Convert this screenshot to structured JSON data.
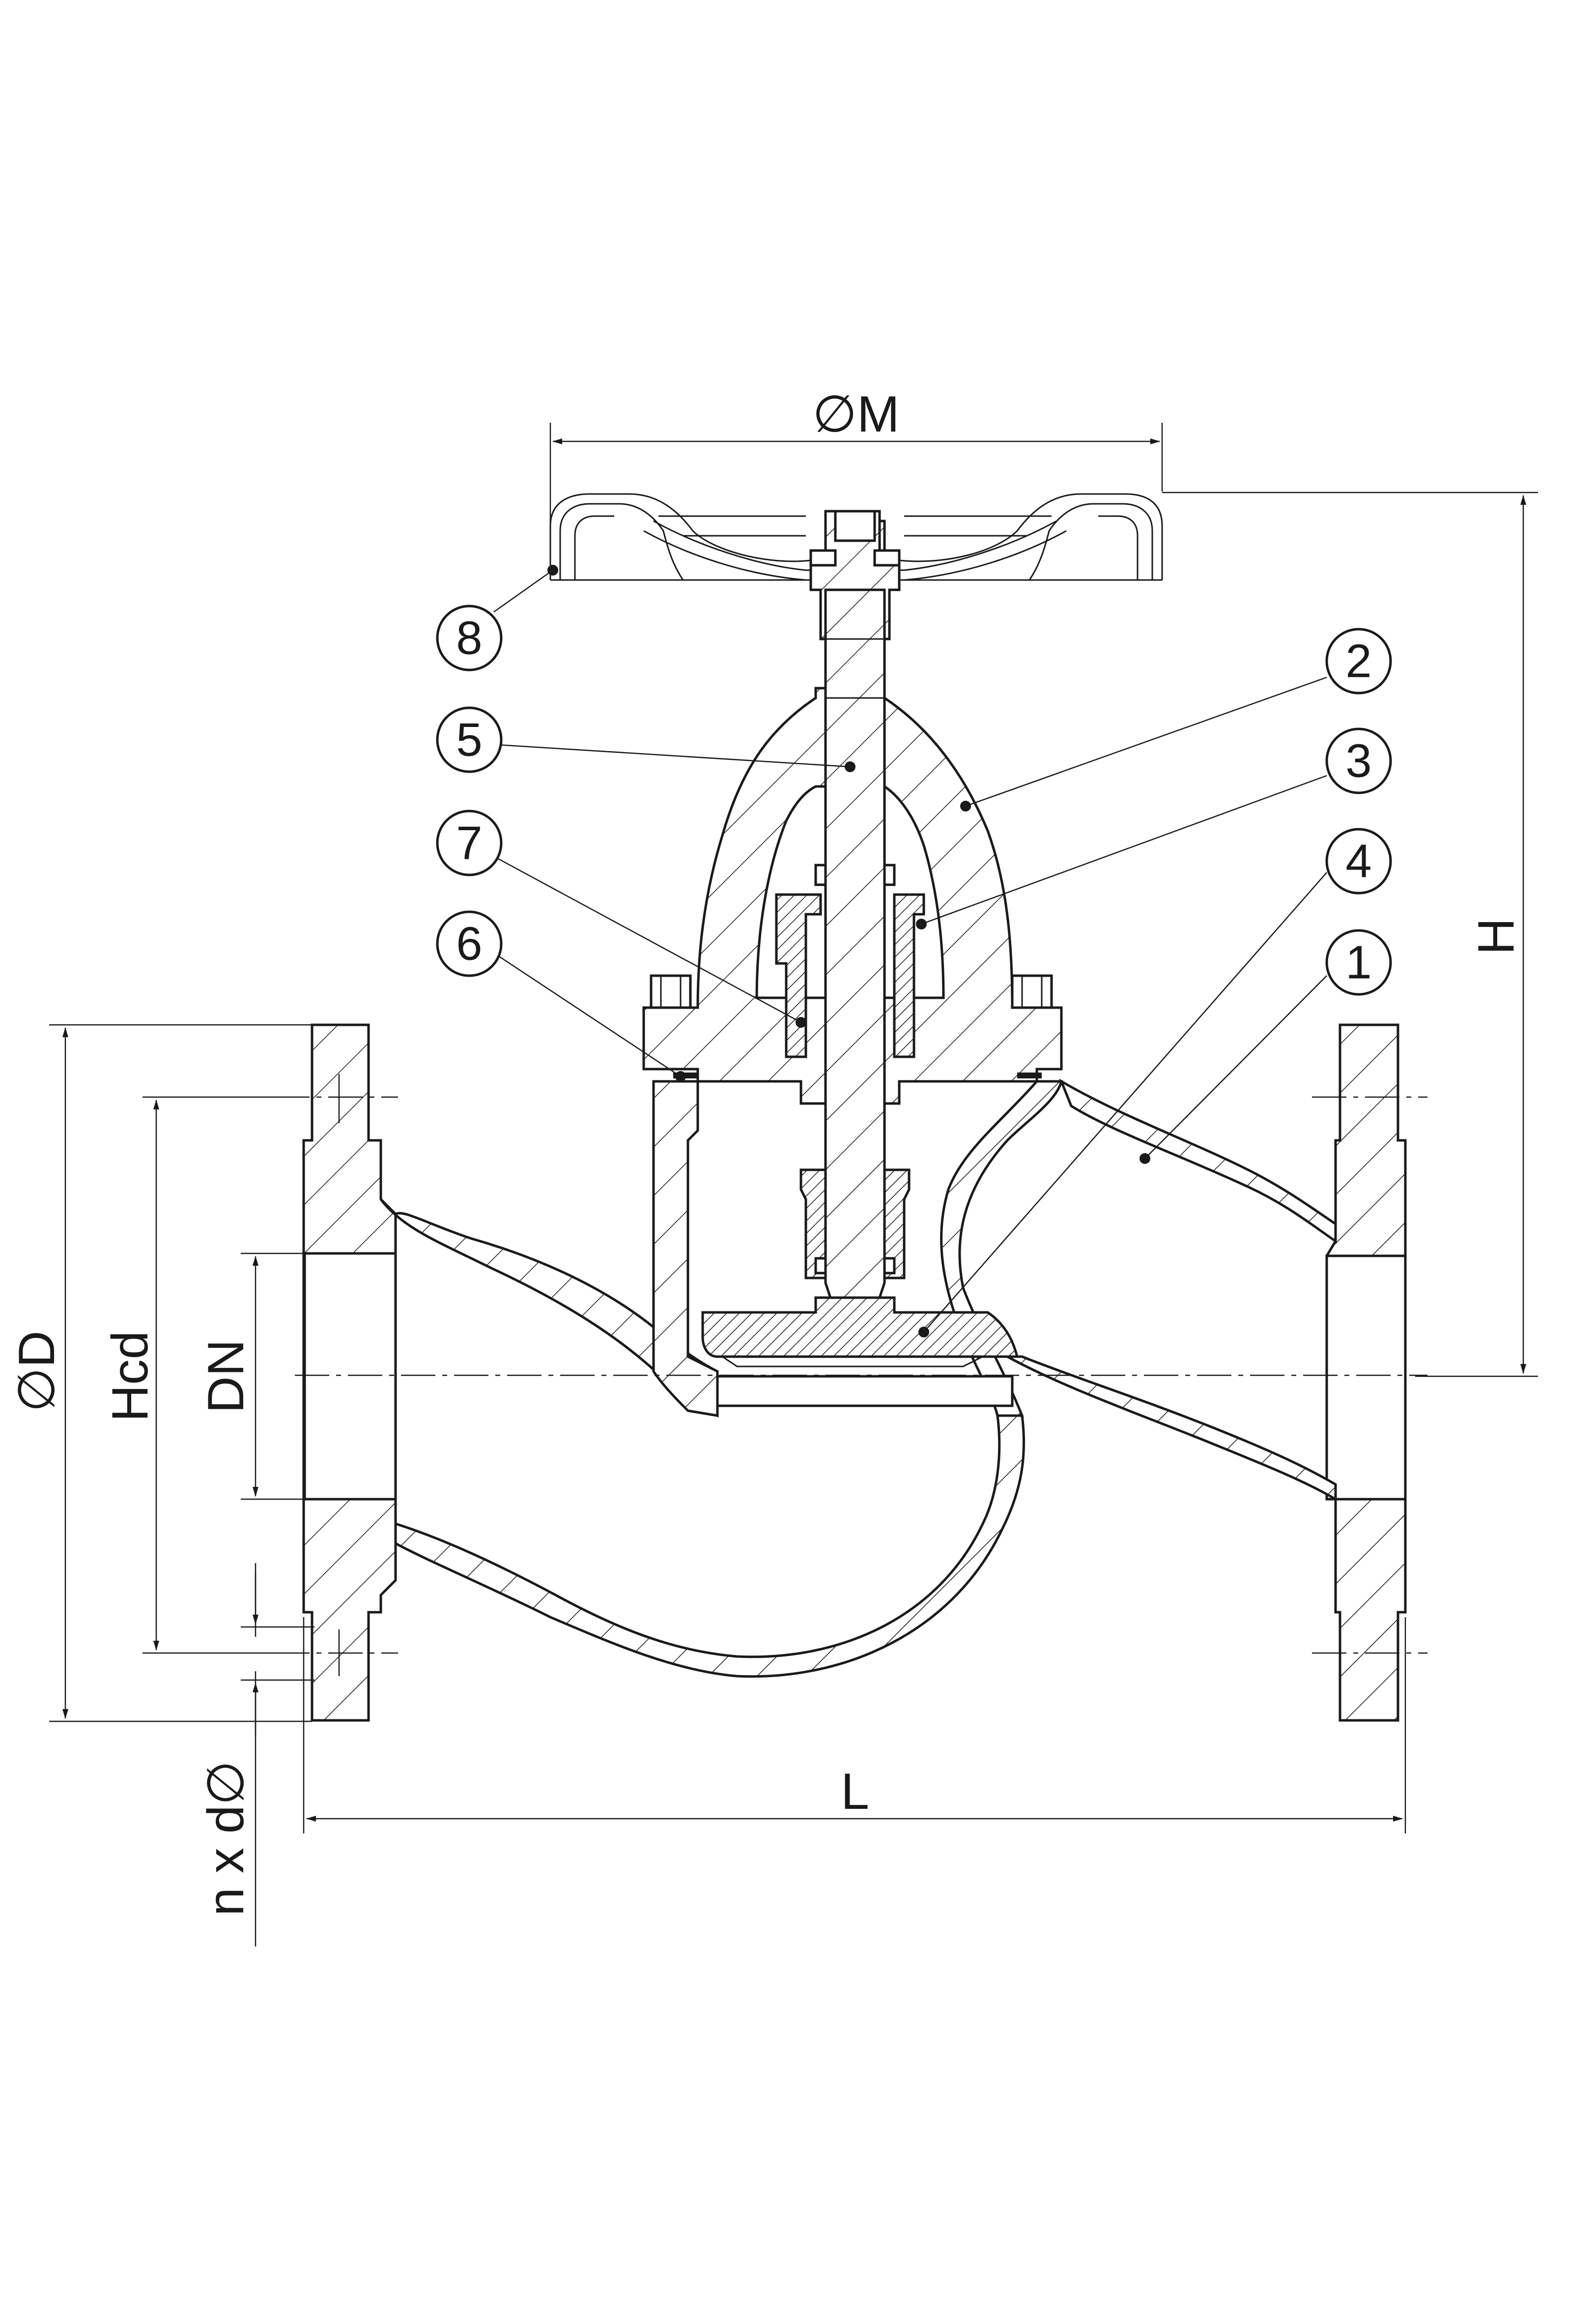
{
  "dimensions": {
    "handwheel_diameter": "∅M",
    "height": "H",
    "flange_diameter": "∅D",
    "bolt_circle": "Hcd",
    "nominal_diameter": "DN",
    "length": "L",
    "bolt_holes": "n x d∅"
  },
  "balloons": [
    "1",
    "2",
    "3",
    "4",
    "5",
    "6",
    "7",
    "8"
  ],
  "colors": {
    "line": "#1a1a1a",
    "background": "#ffffff"
  }
}
